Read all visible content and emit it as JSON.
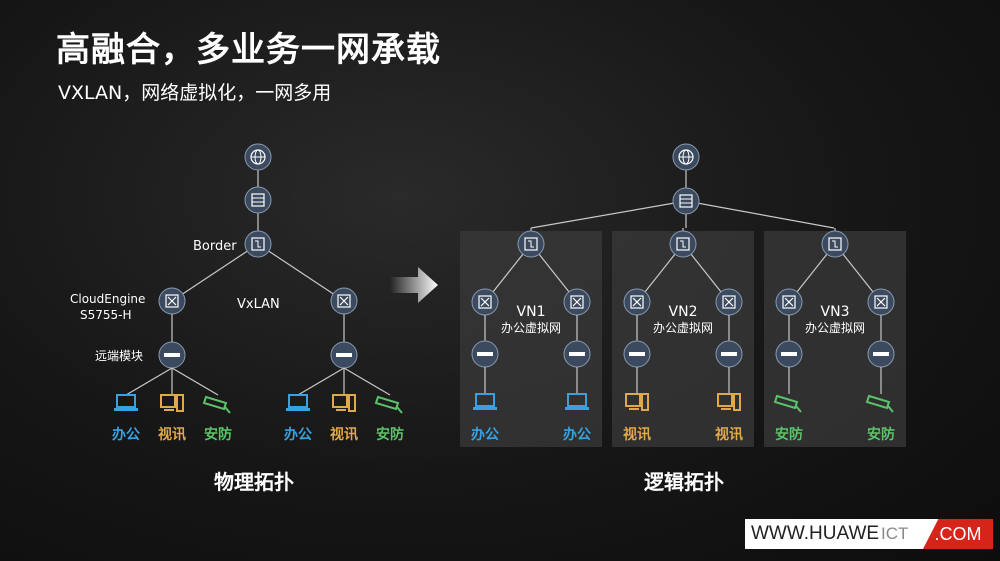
{
  "header": {
    "title": "高融合，多业务一网承载",
    "subtitle": "VXLAN，网络虚拟化，一网多用"
  },
  "physical": {
    "caption": "物理拓扑",
    "border_label": "Border",
    "switch_label": "CloudEngine\nS5755-H",
    "vxlan_label": "VxLAN",
    "remote_label": "远端模块",
    "endpoints": [
      "办公",
      "视讯",
      "安防"
    ]
  },
  "logical": {
    "caption": "逻辑拓扑",
    "vns": [
      {
        "name": "VN1",
        "desc": "办公虚拟网",
        "endpoint": "办公"
      },
      {
        "name": "VN2",
        "desc": "办公虚拟网",
        "endpoint": "视讯"
      },
      {
        "name": "VN3",
        "desc": "办公虚拟网",
        "endpoint": "安防"
      }
    ]
  },
  "logo": {
    "part1": "WWW.HUAWE",
    "part2": "ICT",
    "part3": ".COM"
  },
  "colors": {
    "office": "#3aa0e0",
    "video": "#e0a84a",
    "security": "#5cc26a",
    "node": "#3b4a5e"
  }
}
